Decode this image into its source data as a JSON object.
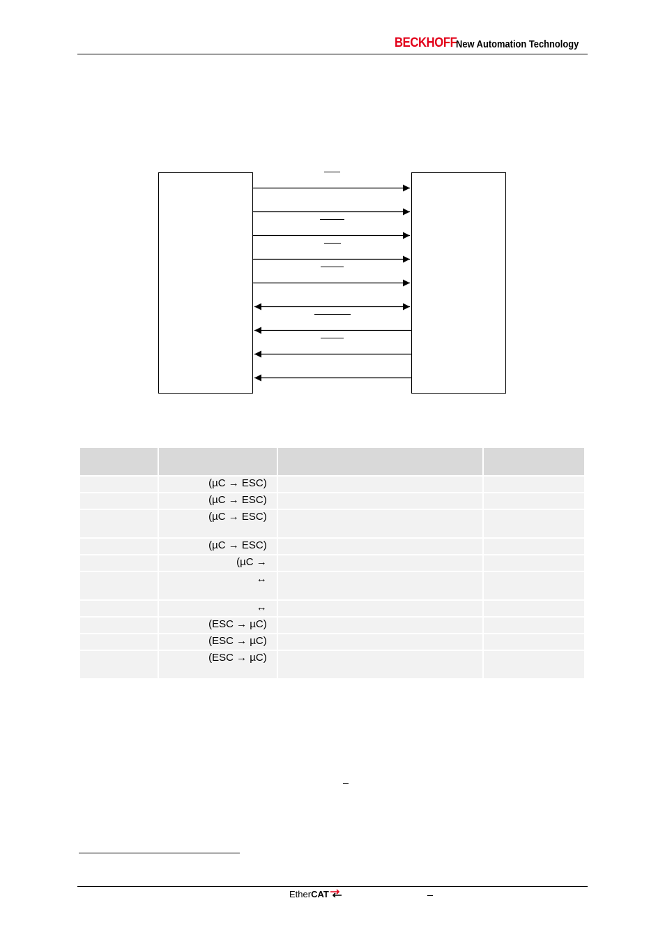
{
  "header": {
    "logo_text": "BECKHOFF",
    "tagline": "New Automation Technology",
    "brand_color": "#e2001a"
  },
  "table": {
    "header_bg": "#d9d9d9",
    "row_bg": "#f2f2f2",
    "rows": [
      {
        "dir": "(µC → ESC)",
        "tall": false
      },
      {
        "dir": "(µC → ESC)",
        "tall": false
      },
      {
        "dir": "(µC → ESC)",
        "tall": true
      },
      {
        "dir": "(µC → ESC)",
        "tall": false
      },
      {
        "dir": "(µC →",
        "tall": false
      },
      {
        "dir": "↔",
        "tall": true
      },
      {
        "dir": "↔",
        "tall": false
      },
      {
        "dir": "(ESC → µC)",
        "tall": false
      },
      {
        "dir": "(ESC → µC)",
        "tall": false
      },
      {
        "dir": "(ESC → µC)",
        "tall": true
      }
    ]
  },
  "footer": {
    "logo_left": "Ether",
    "logo_right": "CAT",
    "logo_accent": "#e2001a"
  }
}
